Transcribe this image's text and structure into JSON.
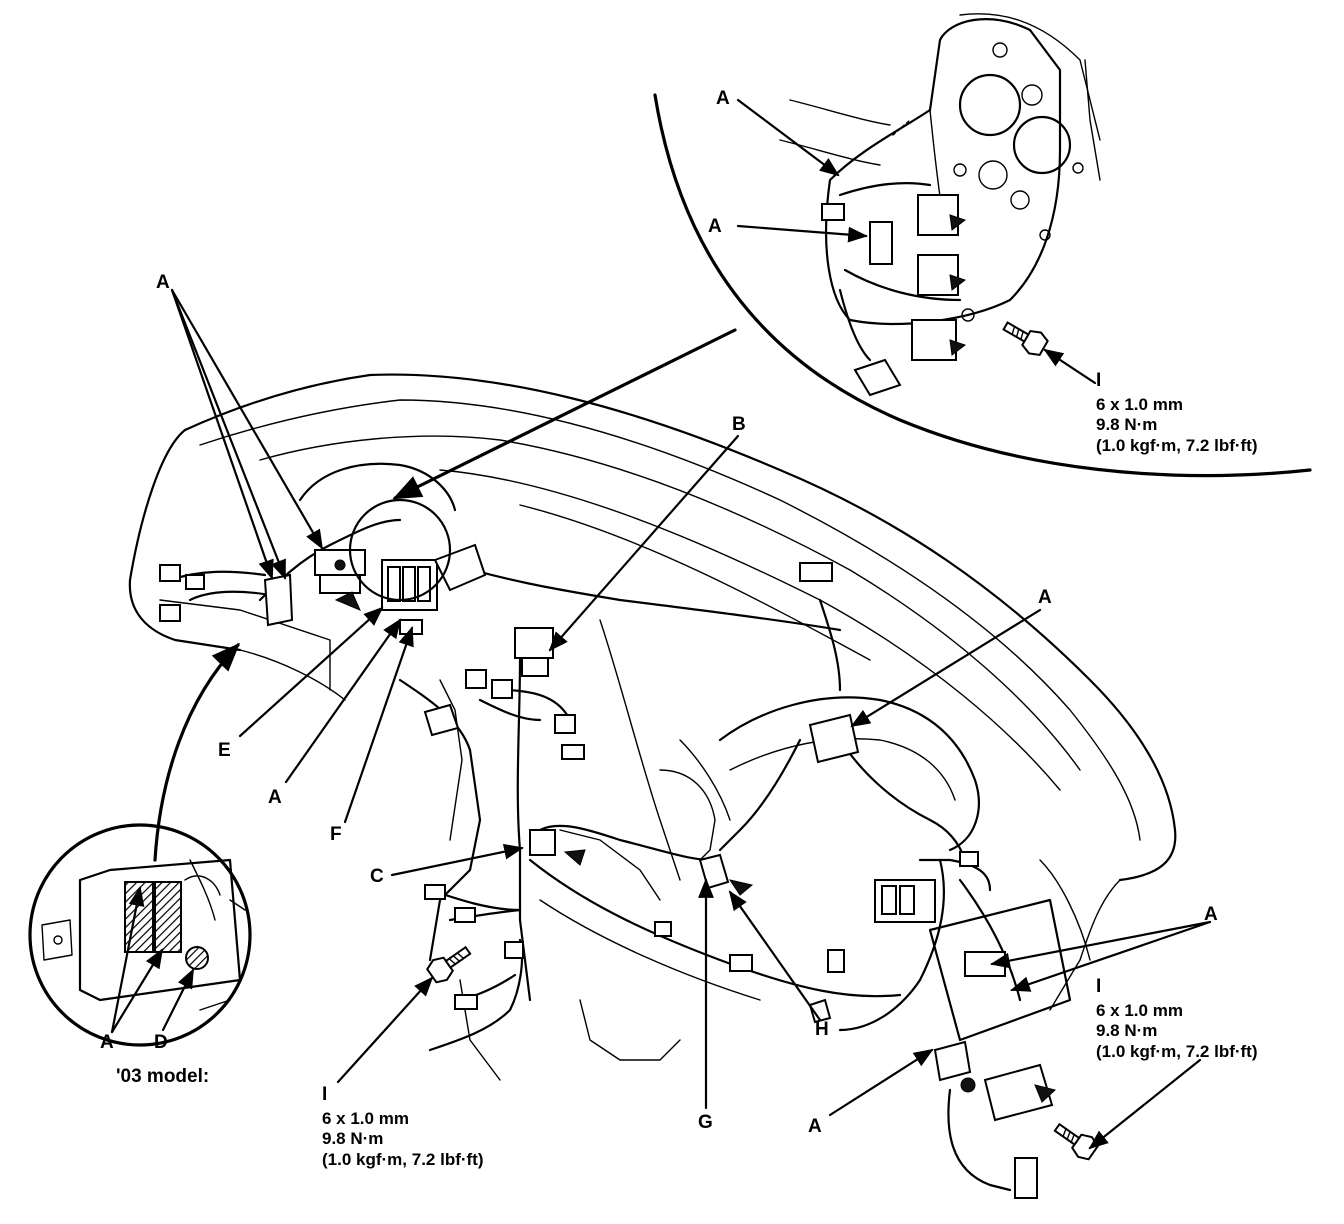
{
  "labels": {
    "A": "A",
    "B": "B",
    "C": "C",
    "D": "D",
    "E": "E",
    "F": "F",
    "G": "G",
    "H": "H",
    "I": "I"
  },
  "bolt_spec": {
    "size": "6 x 1.0 mm",
    "torque_nm": "9.8 N·m",
    "torque_alt": "(1.0 kgf·m, 7.2 lbf·ft)"
  },
  "inset_caption": "'03 model:",
  "colors": {
    "line": "#000000",
    "background": "#ffffff"
  }
}
